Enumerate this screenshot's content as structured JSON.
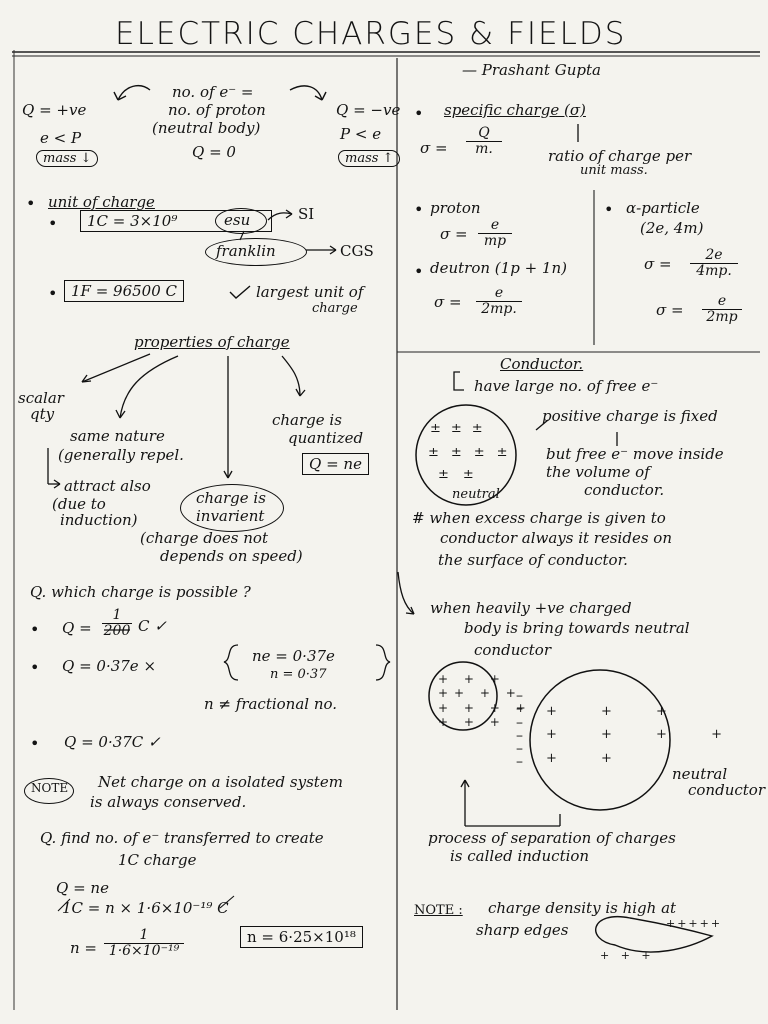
{
  "title": "ELECTRIC CHARGES & FIELDS",
  "author": "— Prashant Gupta",
  "left": {
    "q_positive": "Q = +ve",
    "e_less_p": "e < P",
    "mass_down": "mass ↓",
    "neutral_eq1": "no. of e⁻ =",
    "neutral_eq2": "no. of proton",
    "neutral_eq3": "(neutral body)",
    "q_zero": "Q = 0",
    "q_negative": "Q = −ve",
    "p_less_e": "P < e",
    "mass_up": "mass ↑",
    "unit_of_charge": "unit of charge",
    "coulomb_eq": "1C = 3×10⁹",
    "esu": "esu",
    "si": "SI",
    "franklin": "franklin",
    "cgs": "CGS",
    "faraday": "1F = 96500 C",
    "largest_unit_1": "largest unit of",
    "largest_unit_2": "charge",
    "properties_title": "properties of charge",
    "scalar_1": "scalar",
    "scalar_2": "qty",
    "same_nature_1": "same nature",
    "same_nature_2": "(generally repel.",
    "attract_1": "attract also",
    "attract_2": "(due to",
    "attract_3": "induction)",
    "quantized_1": "charge is",
    "quantized_2": "quantized",
    "q_ne": "Q = ne",
    "invariant_1": "charge is",
    "invariant_2": "invarient",
    "invariant_3": "(charge does not",
    "invariant_4": "depends on speed)",
    "question": "Q. which charge is possible ?",
    "opt1_q": "Q =",
    "opt1_num": "1",
    "opt1_den": "200",
    "opt1_unit": "C ✓",
    "opt2": "Q = 0·37e ×",
    "opt2_ne": "ne = 0·37e",
    "opt2_n": "n = 0·37",
    "opt2_note": "n ≠ fractional no.",
    "opt3": "Q = 0·37C ✓",
    "note_label": "NOTE",
    "note_1": "Net charge on a isolated system",
    "note_2": "is always conserved.",
    "find_1": "Q. find no. of e⁻ transferred to create",
    "find_2": "1C charge",
    "work_1": "Q = ne",
    "work_2": "1C = n × 1·6×10⁻¹⁹ C",
    "work_3": "n =",
    "work_3_num": "1",
    "work_3_den": "1·6×10⁻¹⁹",
    "answer": "n = 6·25×10¹⁸"
  },
  "right": {
    "specific_1": "specific charge (σ)",
    "sigma": "σ =",
    "sigma_num": "Q",
    "sigma_den": "m.",
    "ratio_1": "ratio of charge per",
    "ratio_2": "unit mass.",
    "proton": "proton",
    "proton_eq": "σ =",
    "proton_num": "e",
    "proton_den": "mp",
    "deutron": "deutron (1p + 1n)",
    "deutron_eq": "σ =",
    "deutron_num": "e",
    "deutron_den": "2mp.",
    "alpha_1": "α-particle",
    "alpha_2": "(2e, 4m)",
    "alpha_eq1": "σ =",
    "alpha_num1": "2e",
    "alpha_den1": "4mp.",
    "alpha_eq2": "σ =",
    "alpha_num2": "e",
    "alpha_den2": "2mp",
    "conductor": "Conductor.",
    "have_free": "have large no. of free e⁻",
    "positive_fixed": "positive charge is fixed",
    "free_move_1": "but free e⁻ move inside",
    "free_move_2": "the volume of",
    "free_move_3": "conductor.",
    "neutral_label": "neutral",
    "excess_1": "# when excess charge is given to",
    "excess_2": "conductor always it resides on",
    "excess_3": "the surface of conductor.",
    "heavily_1": "when heavily +ve charged",
    "heavily_2": "body is bring towards neutral",
    "heavily_3": "conductor",
    "neutral_cond_1": "neutral",
    "neutral_cond_2": "conductor",
    "induction_1": "process of separation of charges",
    "induction_2": "is called induction",
    "note2_label": "NOTE :",
    "note2_1": "charge density is high at",
    "note2_2": "sharp edges"
  }
}
